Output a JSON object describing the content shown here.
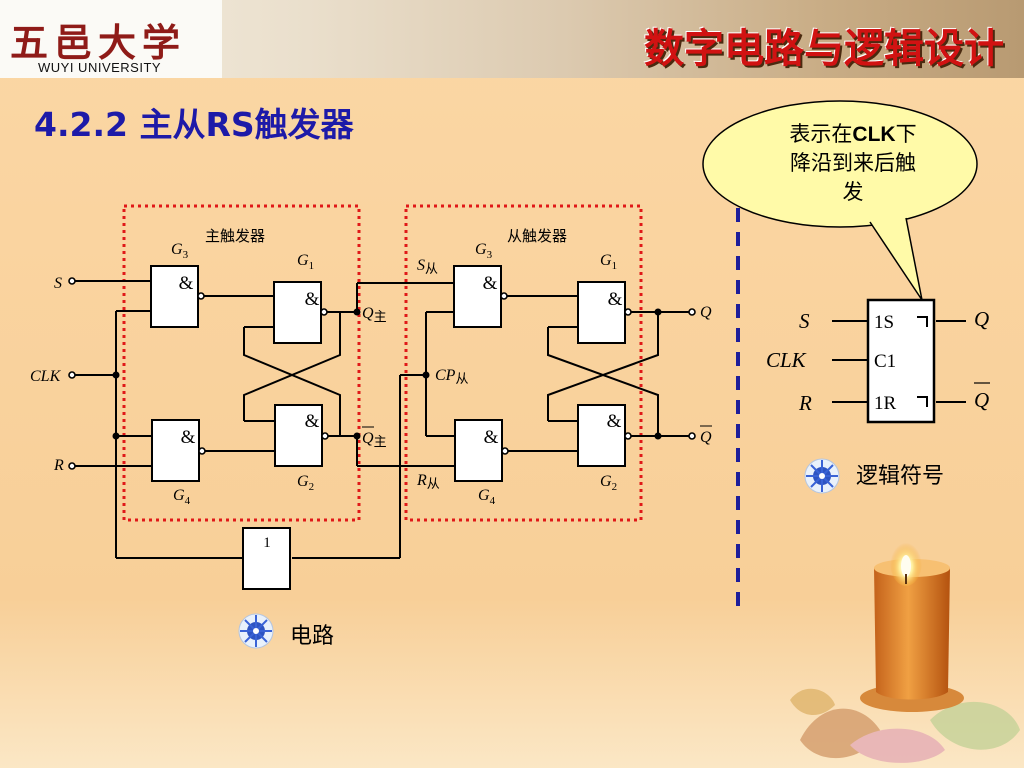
{
  "header": {
    "university_cn": "五邑大学",
    "university_en": "WUYI UNIVERSITY",
    "course_title": "数字电路与逻辑设计"
  },
  "slide": {
    "title": "4.2.2 主从RS触发器"
  },
  "callout": {
    "line1_pre": "表示在",
    "line1_bold": "CLK",
    "line1_post": "下",
    "line2": "降沿到来后触",
    "line3": "发"
  },
  "circuit": {
    "master_label": "主触发器",
    "slave_label": "从触发器",
    "input_s": "S",
    "input_clk": "CLK",
    "input_r": "R",
    "gate_and": "&",
    "gate_not": "1",
    "g1": "G",
    "g1_sub": "1",
    "g2": "G",
    "g2_sub": "2",
    "g3": "G",
    "g3_sub": "3",
    "g4": "G",
    "g4_sub": "4",
    "q_master": "Q",
    "q_master_sub": "主",
    "qbar_master": "Q",
    "qbar_master_sub": "主",
    "s_slave": "S",
    "s_slave_sub": "从",
    "r_slave": "R",
    "r_slave_sub": "从",
    "cp_slave": "CP",
    "cp_slave_sub": "从",
    "output_q": "Q",
    "output_qbar": "Q"
  },
  "symbol": {
    "pin_s": "S",
    "pin_clk": "CLK",
    "pin_r": "R",
    "in_1s": "1S",
    "in_c1": "C1",
    "in_1r": "1R",
    "out_q": "Q",
    "out_qbar": "Q"
  },
  "notes": {
    "logic_symbol": "逻辑符号",
    "circuit": "电路"
  },
  "colors": {
    "title": "#1d1aa8",
    "course": "#d11212",
    "dotted_box": "#e01818",
    "divider": "#1e1e9a",
    "callout_fill": "#fffaa8"
  }
}
